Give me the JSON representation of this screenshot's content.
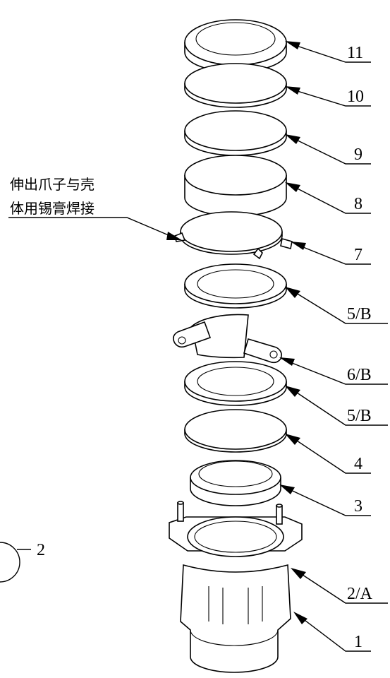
{
  "note": {
    "line1": "伸出爪子与壳",
    "line2": "体用锡膏焊接"
  },
  "callouts": [
    {
      "id": "c11",
      "text": "11"
    },
    {
      "id": "c10",
      "text": "10"
    },
    {
      "id": "c9",
      "text": "9"
    },
    {
      "id": "c8",
      "text": "8"
    },
    {
      "id": "c7",
      "text": "7"
    },
    {
      "id": "c5b1",
      "text": "5/B"
    },
    {
      "id": "c6b",
      "text": "6/B"
    },
    {
      "id": "c5b2",
      "text": "5/B"
    },
    {
      "id": "c4",
      "text": "4"
    },
    {
      "id": "c3",
      "text": "3"
    },
    {
      "id": "c2a",
      "text": "2/A"
    },
    {
      "id": "c1",
      "text": "1"
    }
  ],
  "side_label": "2"
}
